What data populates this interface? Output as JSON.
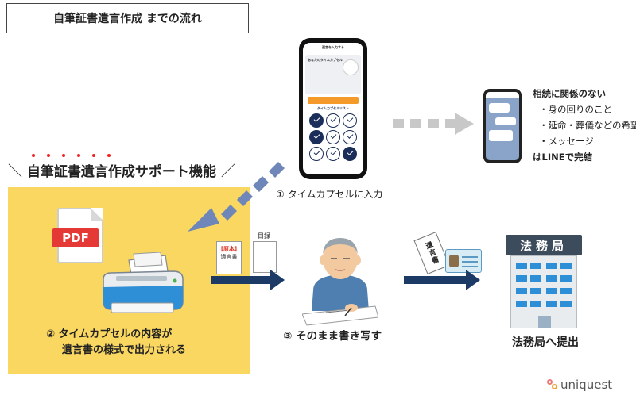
{
  "title": "自筆証書遺言作成 までの流れ",
  "feature": {
    "slash_left": "＼",
    "label": "自筆証書遺言作成サポート機能",
    "slash_right": "／"
  },
  "pdf_icon_label": "PDF",
  "step1_label": "① タイムカプセルに入力",
  "step2": {
    "line1": "② タイムカプセルの内容が",
    "line2": "遺言書の様式で出力される"
  },
  "step3_label": "③ そのまま書き写す",
  "documents": {
    "original_tag": "【原本】",
    "original_text": "遺言書",
    "list_label": "目録"
  },
  "envelope_text": "遺言書",
  "line_info": {
    "title": "相続に関係のない",
    "items": [
      "・身の回りのこと",
      "・延命・葬儀などの希望",
      "・メッセージ"
    ],
    "footer": "はLINEで完結"
  },
  "building_sign": "法務局",
  "submit_label": "法務局へ提出",
  "brand_name": "uniquest",
  "phone_screen": {
    "header": "遺言を入力する",
    "card_title": "あなたのタイムカプセル",
    "list_title": "タイムカプセルリスト"
  },
  "colors": {
    "panel_yellow": "#fad760",
    "arrow_navy": "#1b3a66",
    "arrow_dotted_blue": "#6e86b8",
    "arrow_gray": "#c8c8c8",
    "pdf_red": "#e53935",
    "accent_dots": "#e22222"
  }
}
